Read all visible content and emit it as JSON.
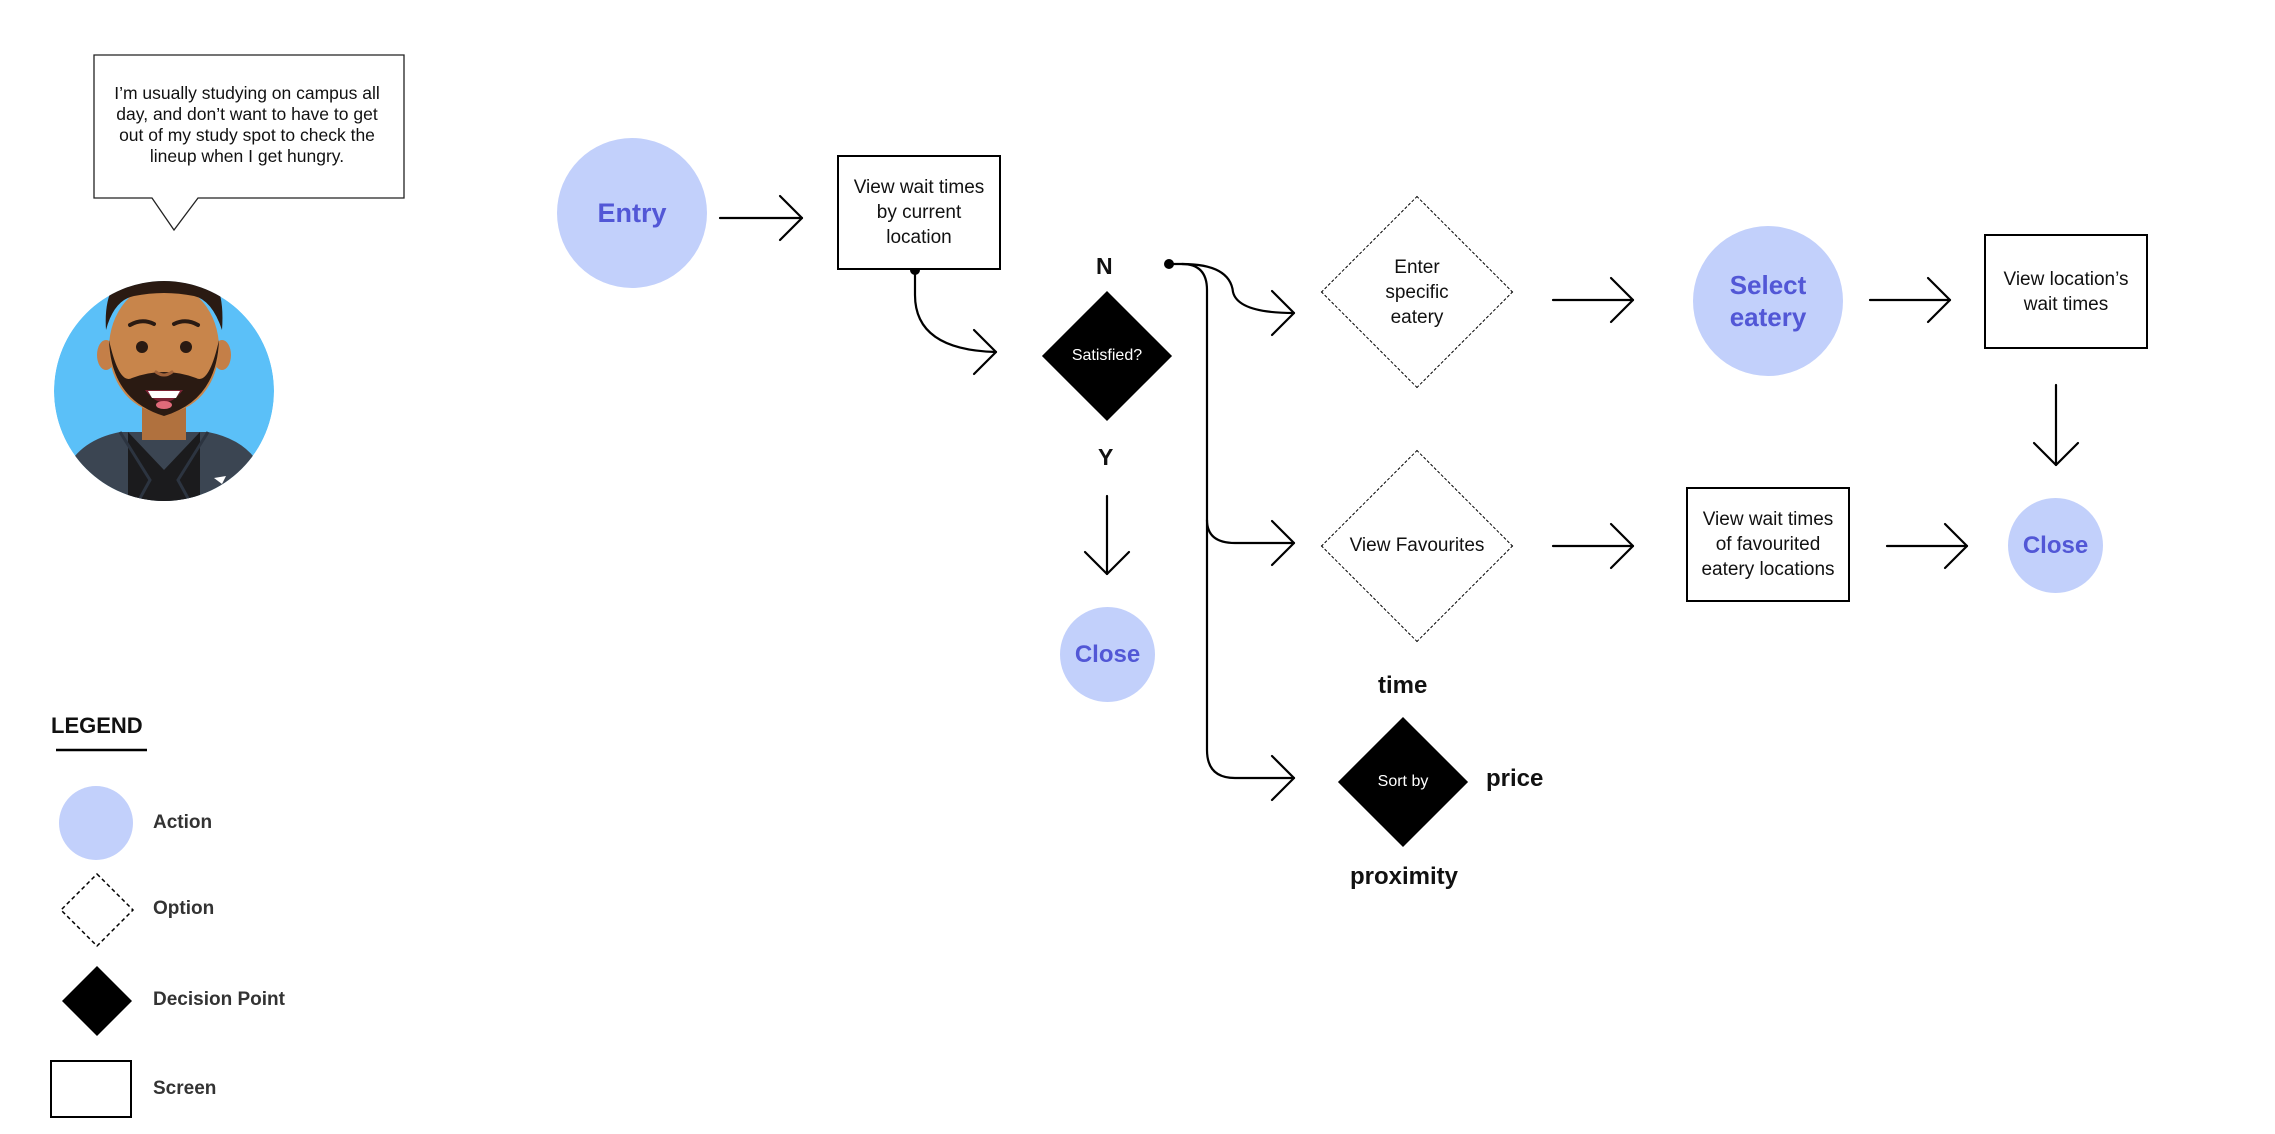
{
  "persona": {
    "quote": "I’m usually studying on campus all day, and don’t want to have to get out of my study spot to check the lineup when I get hungry."
  },
  "flow": {
    "entry": "Entry",
    "screen_current_location": "View wait times by current location",
    "decision_satisfied": "Satisfied?",
    "label_n": "N",
    "label_y": "Y",
    "close_y": "Close",
    "option_enter_eatery": "Enter specific eatery",
    "option_view_favourites": "View Favourites",
    "decision_sort_by": "Sort by",
    "sort_time": "time",
    "sort_price": "price",
    "sort_proximity": "proximity",
    "action_select_eatery": "Select eatery",
    "screen_location_wait": "View location’s wait times",
    "screen_favourites_wait": "View wait times of favourited eatery locations",
    "close_end": "Close"
  },
  "legend": {
    "title": "LEGEND",
    "items": {
      "action": "Action",
      "option": "Option",
      "decision": "Decision Point",
      "screen": "Screen"
    }
  },
  "colors": {
    "action_fill": "#c2d0fb",
    "action_text": "#5257d6",
    "persona_bg": "#5bc0f8",
    "decision_fill": "#000000"
  }
}
